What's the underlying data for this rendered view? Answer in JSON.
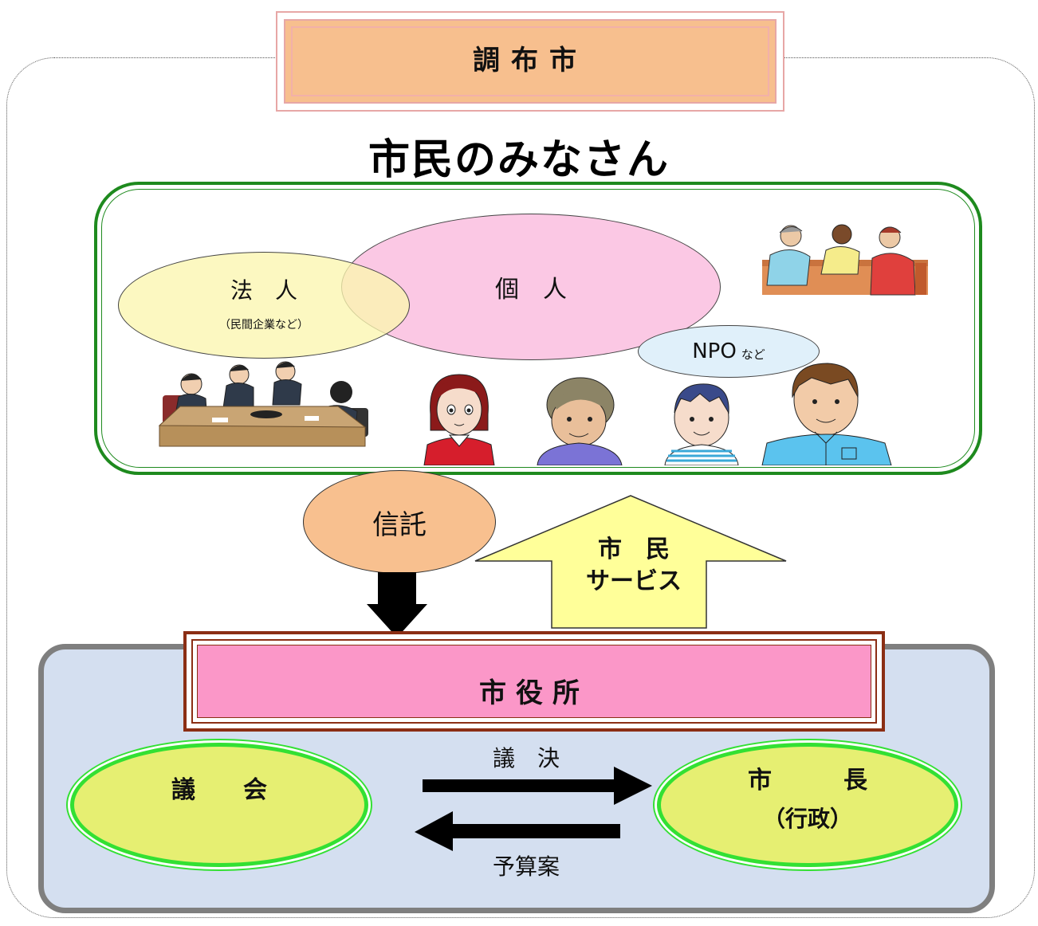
{
  "title": "調布市",
  "citizens_heading": "市民のみなさん",
  "corporation": {
    "label": "法　人",
    "sublabel": "（民間企業など）"
  },
  "individual": {
    "label": "個　人"
  },
  "npo": {
    "main": "NPO",
    "suffix": "など"
  },
  "trust": "信託",
  "citizen_service": {
    "line1": "市　民",
    "line2": "サービス"
  },
  "city_hall": "市役所",
  "assembly": "議　　会",
  "mayor": {
    "line1": "市　　　長",
    "line2": "（行政）"
  },
  "resolution": "議　決",
  "budget": "予算案",
  "colors": {
    "title_fill": "#f7bf8e",
    "green_border": "#1e8a1e",
    "corporation_fill": "#fbf7c0",
    "individual_fill": "#fbc8e4",
    "npo_fill": "#e0f0fa",
    "trust_fill": "#f8c08f",
    "service_arrow_fill": "#ffff99",
    "panel_fill": "#d4dff0",
    "cityhall_fill": "#fb97c8",
    "oval_fill": "#e6ef72",
    "oval_border": "#33e033"
  }
}
